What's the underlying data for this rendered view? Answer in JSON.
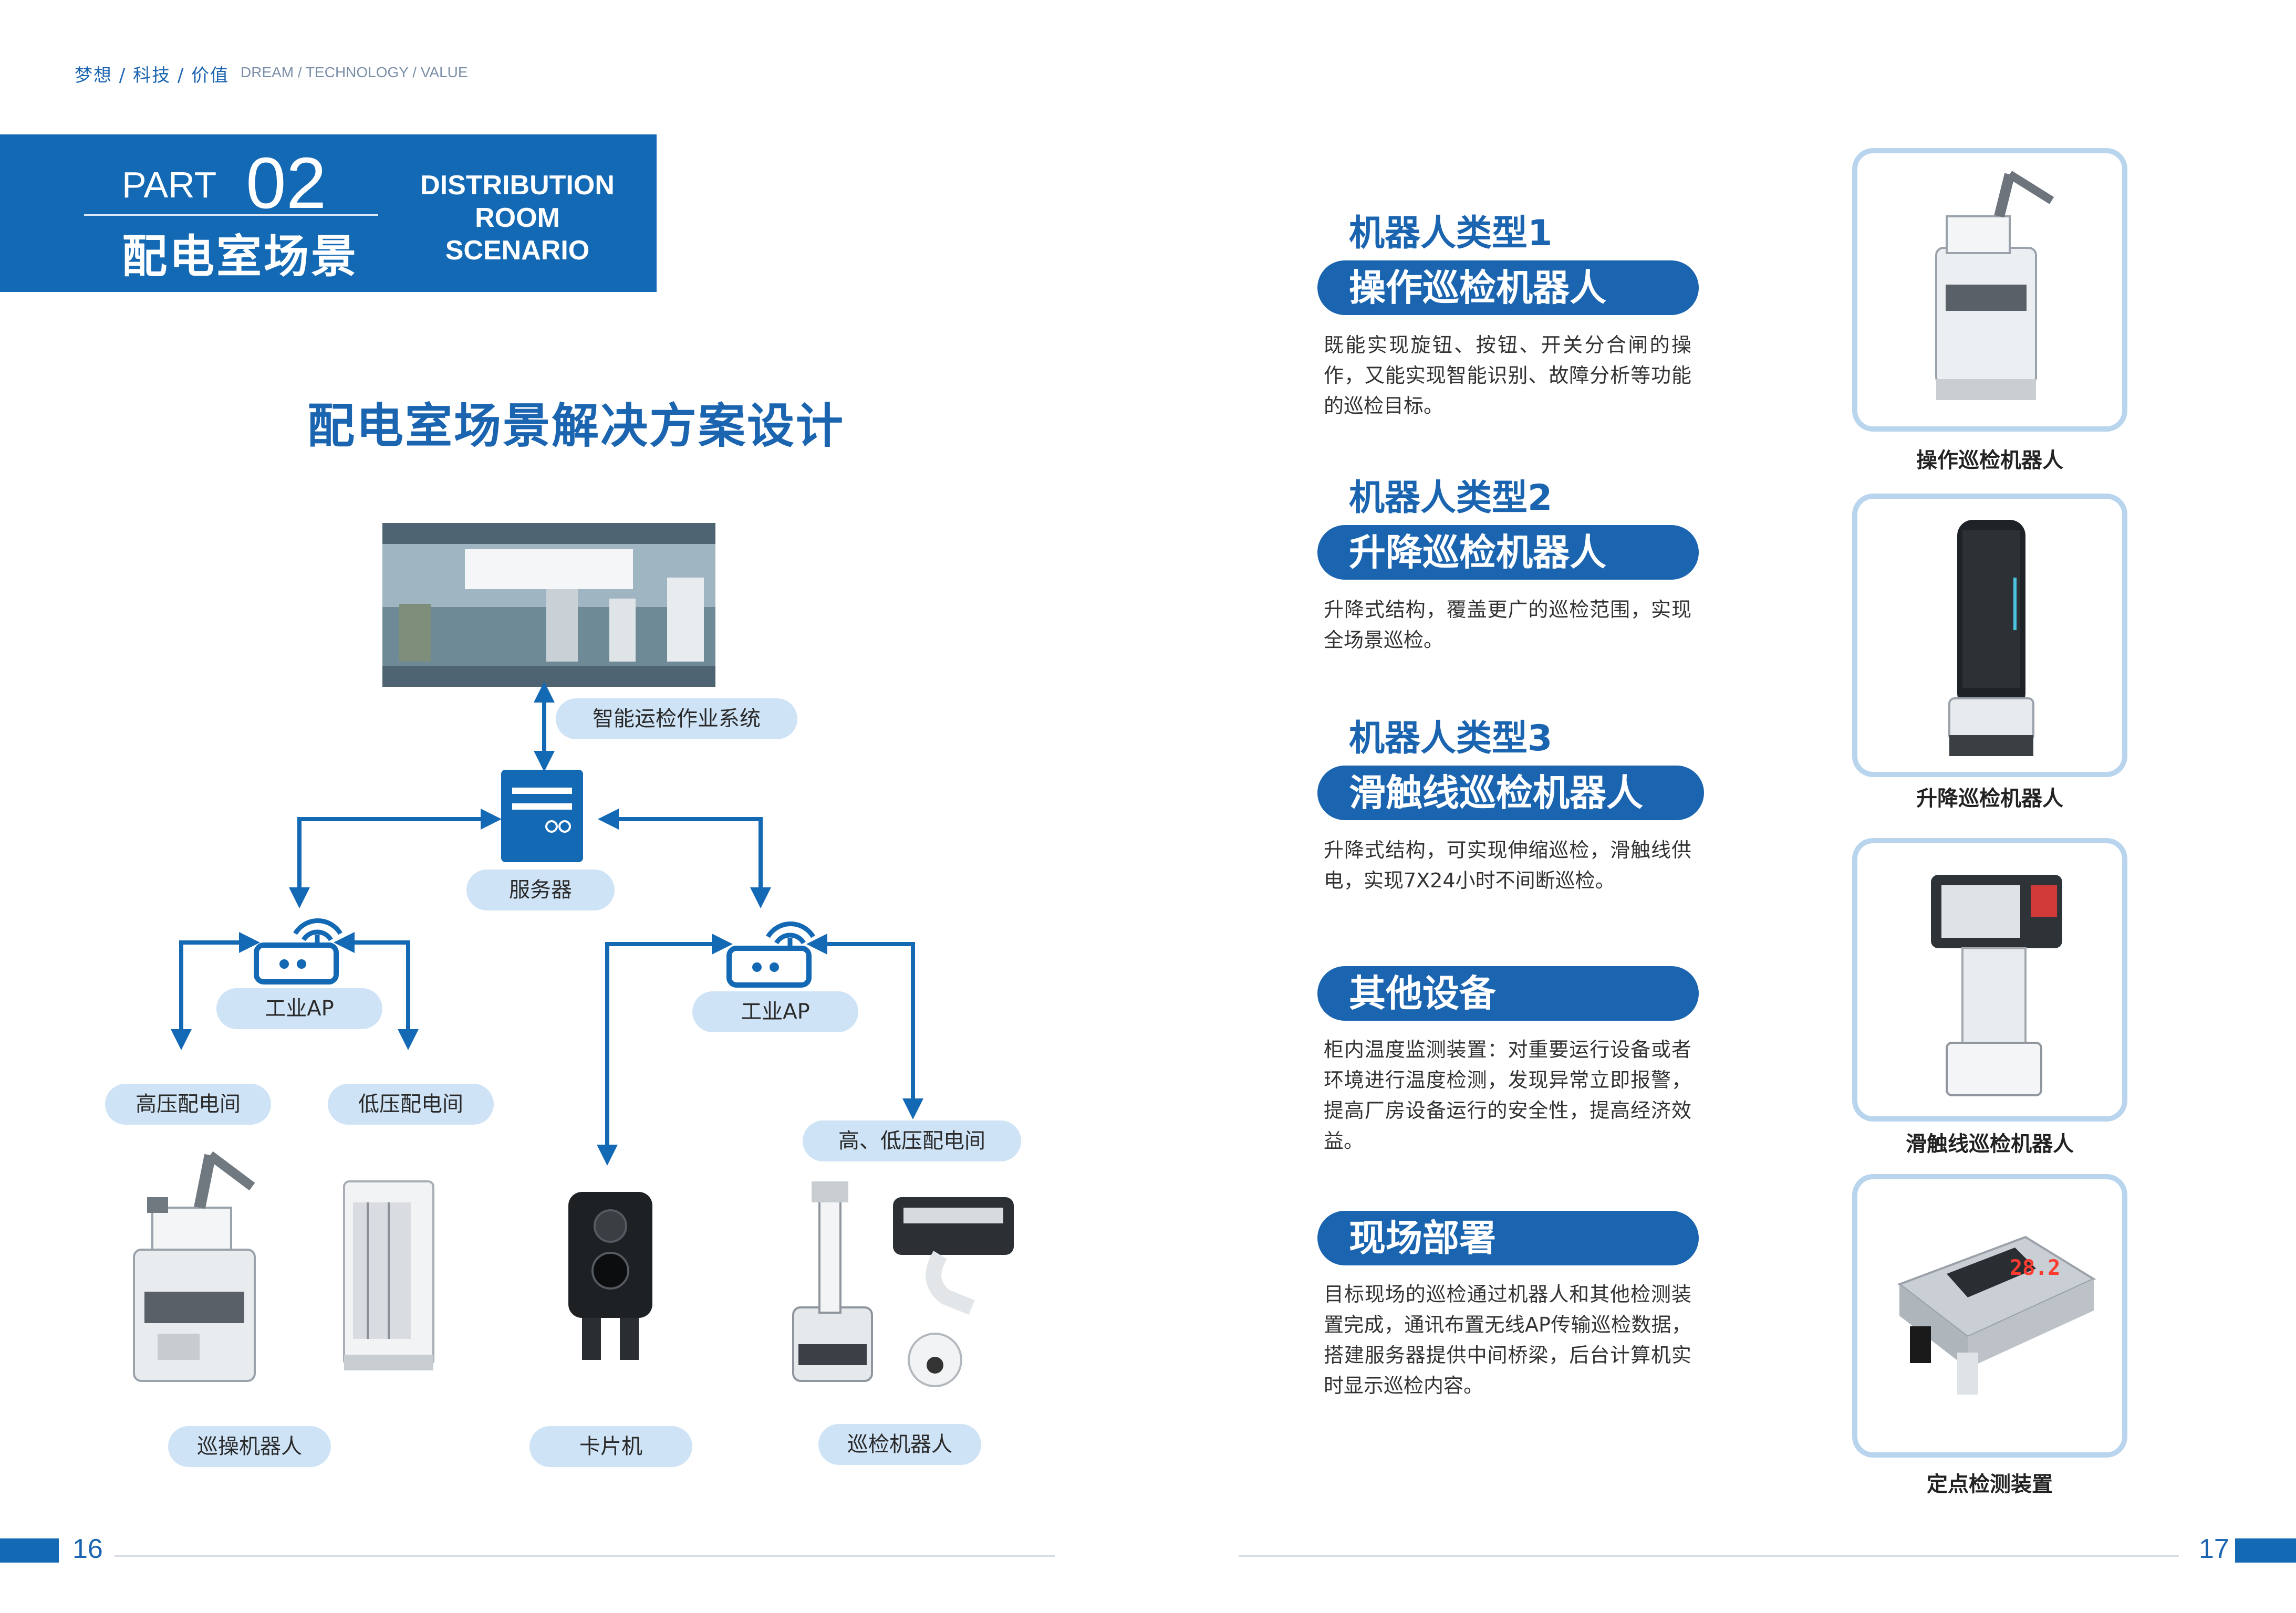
{
  "header": {
    "cn": "梦想 / 科技 / 价值",
    "en": "DREAM / TECHNOLOGY / VALUE"
  },
  "banner": {
    "part_label": "PART",
    "part_num": "02",
    "cn_title": "配电室场景",
    "en_line1": "DISTRIBUTION",
    "en_line2": "ROOM",
    "en_line3": "SCENARIO"
  },
  "solution_title": "配电室场景解决方案设计",
  "diagram": {
    "system_label": "智能运检作业系统",
    "server_label": "服务器",
    "ap_left_label": "工业AP",
    "ap_right_label": "工业AP",
    "hv_room": "高压配电间",
    "lv_room": "低压配电间",
    "hlv_room": "高、低压配电间",
    "device1": "巡操机器人",
    "device2": "卡片机",
    "device3": "巡检机器人"
  },
  "right": {
    "type1_title": "机器人类型1",
    "type1_name": "操作巡检机器人",
    "type1_desc": "既能实现旋钮、按钮、开关分合闸的操作，又能实现智能识别、故障分析等功能的巡检目标。",
    "type2_title": "机器人类型2",
    "type2_name": "升降巡检机器人",
    "type2_desc": "升降式结构，覆盖更广的巡检范围，实现全场景巡检。",
    "type3_title": "机器人类型3",
    "type3_name": "滑触线巡检机器人",
    "type3_desc": "升降式结构，可实现伸缩巡检，滑触线供电，实现7X24小时不间断巡检。",
    "other_name": "其他设备",
    "other_desc": "柜内温度监测装置：对重要运行设备或者环境进行温度检测，发现异常立即报警，提高厂房设备运行的安全性，提高经济效益。",
    "deploy_name": "现场部署",
    "deploy_desc": "目标现场的巡检通过机器人和其他检测装置完成，通讯布置无线AP传输巡检数据，搭建服务器提供中间桥梁，后台计算机实时显示巡检内容。"
  },
  "captions": {
    "c1": "操作巡检机器人",
    "c2": "升降巡检机器人",
    "c3": "滑触线巡检机器人",
    "c4": "定点检测装置"
  },
  "thermo_reading": "28.2",
  "footer": {
    "left_page": "16",
    "right_page": "17"
  },
  "colors": {
    "brand_blue": "#1469b4",
    "light_blue": "#cfe3f6",
    "card_border": "#b9d5ee"
  }
}
